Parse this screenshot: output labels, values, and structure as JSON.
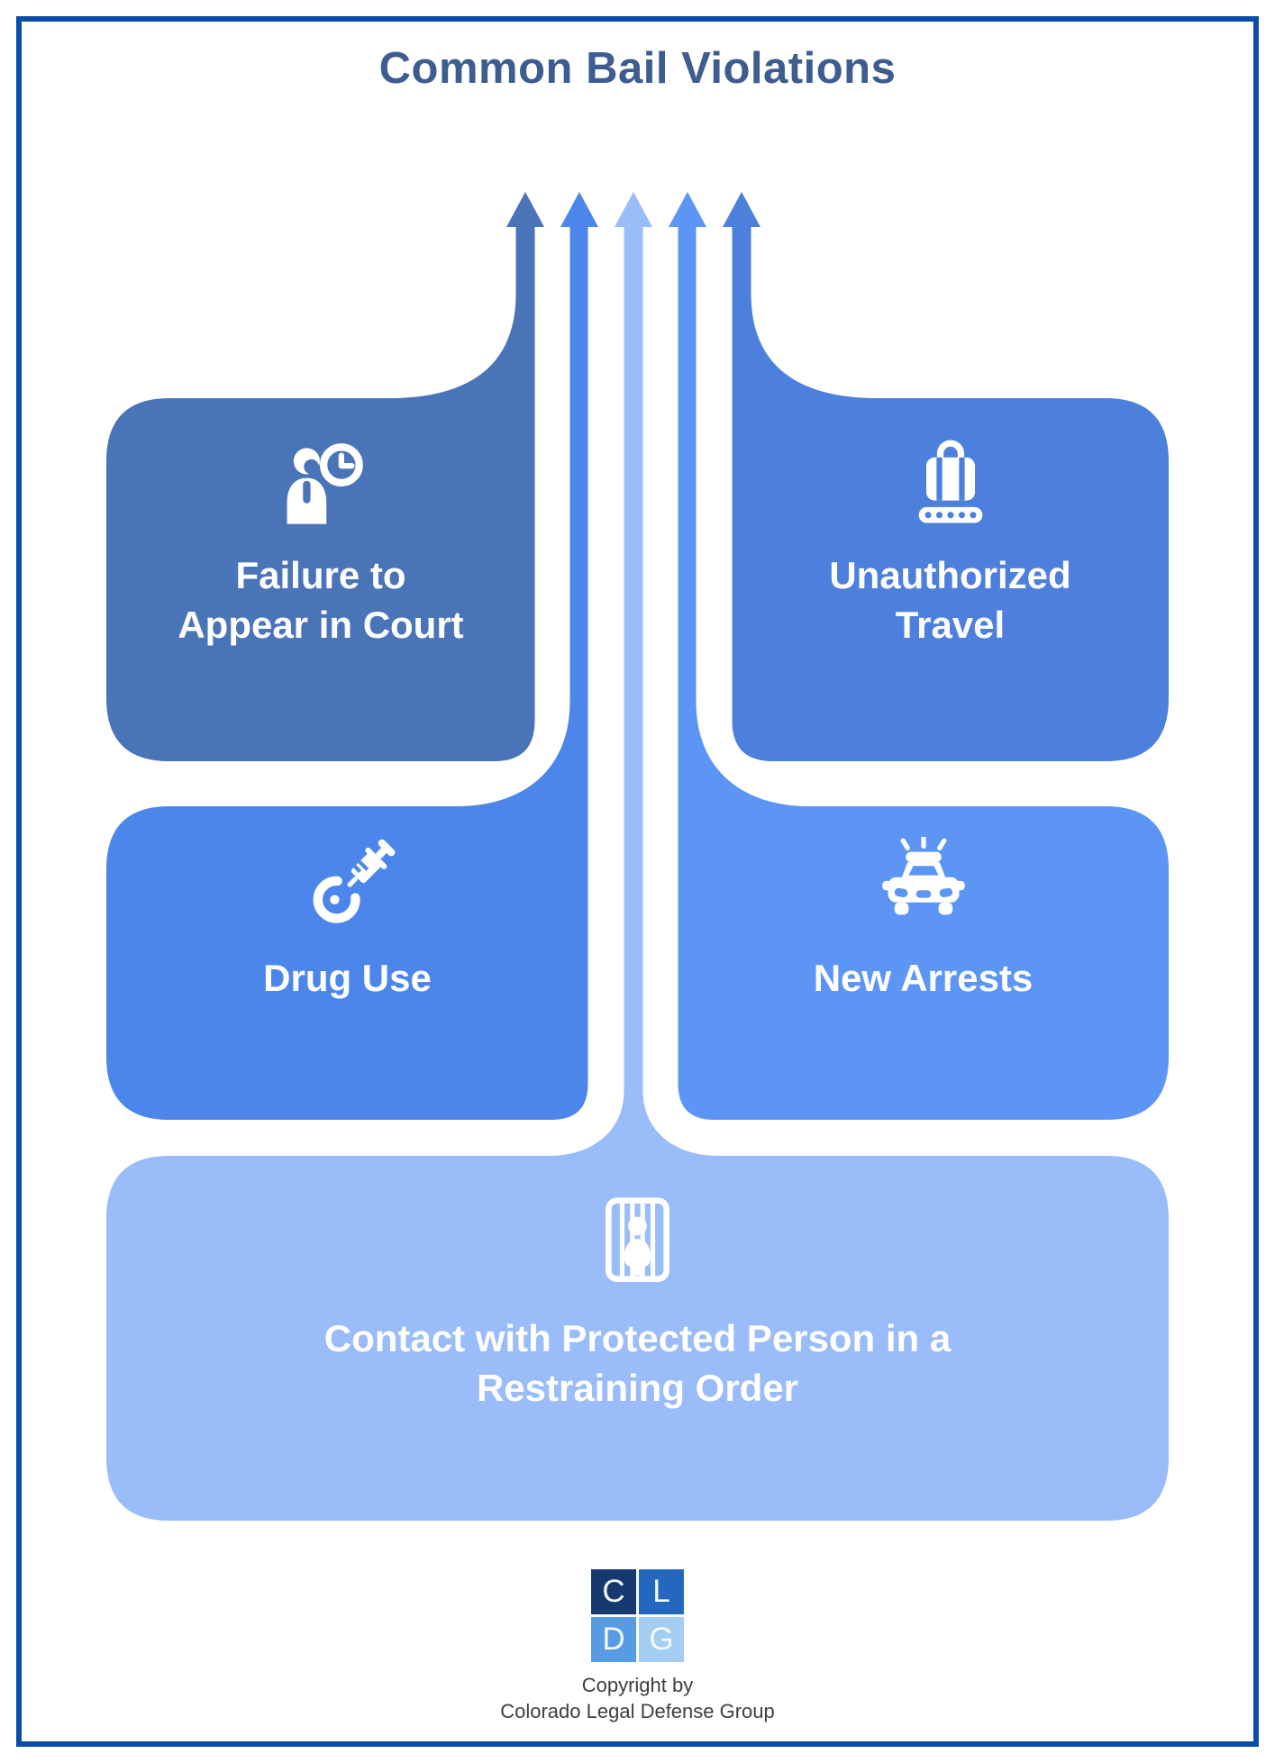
{
  "title": "Common Bail Violations",
  "colors": {
    "border": "#0A4CA6",
    "title": "#3D5C8F",
    "footer_text": "#3F3F3F",
    "background": "#FFFFFF",
    "icon": "#FFFFFF"
  },
  "cards": [
    {
      "id": "failure-to-appear",
      "label": "Failure to\nAppear in Court",
      "icon": "person-clock-icon",
      "color": "#4A74B8"
    },
    {
      "id": "unauthorized-travel",
      "label": "Unauthorized\nTravel",
      "icon": "luggage-conveyor-icon",
      "color": "#4C80DC"
    },
    {
      "id": "drug-use",
      "label": "Drug Use",
      "icon": "syringe-arm-icon",
      "color": "#4C86EA"
    },
    {
      "id": "new-arrests",
      "label": "New Arrests",
      "icon": "police-car-icon",
      "color": "#5C95F4"
    },
    {
      "id": "contact-protected",
      "label": "Contact with Protected Person in a\nRestraining Order",
      "icon": "jail-person-icon",
      "color": "#9ABCF8"
    }
  ],
  "footer": {
    "copyright_line1": "Copyright by",
    "copyright_line2": "Colorado Legal Defense Group",
    "logo": {
      "tiles": [
        {
          "letter": "C",
          "color": "#16396F"
        },
        {
          "letter": "L",
          "color": "#2368BE"
        },
        {
          "letter": "D",
          "color": "#579CE3"
        },
        {
          "letter": "G",
          "color": "#A3CEF2"
        }
      ]
    }
  }
}
